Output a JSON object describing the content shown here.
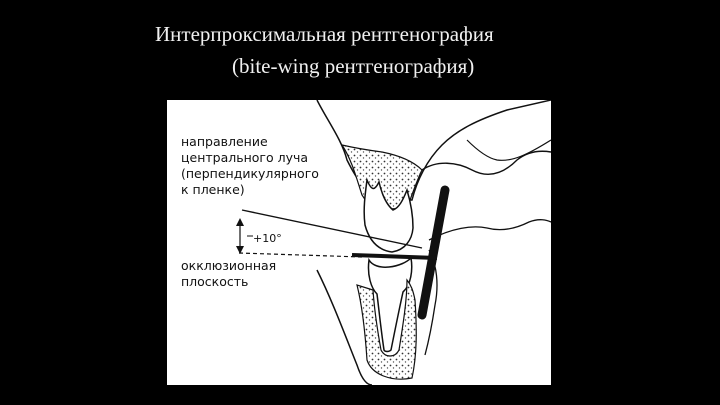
{
  "slide": {
    "title_line_1": "Интерпроксимальная рентгенография",
    "title_line_2": "(bite-wing рентгенография)"
  },
  "figure": {
    "beam_label_lines": [
      "направление",
      "центрального луча",
      "(перпендикулярного",
      "к пленке)"
    ],
    "angle_label": "+10°",
    "occlusal_label_lines": [
      "окклюзионная",
      "плоскость"
    ]
  }
}
